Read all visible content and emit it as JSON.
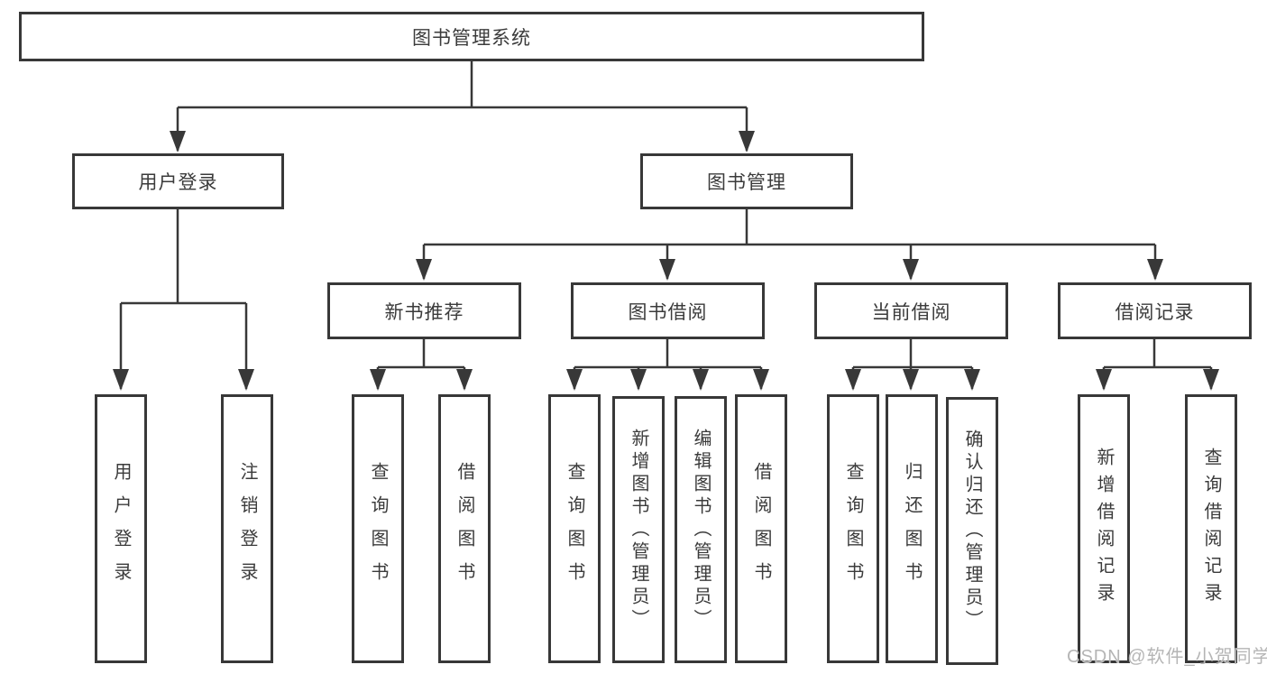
{
  "tree": {
    "root": {
      "label": "图书管理系统"
    },
    "branches": [
      {
        "label": "用户登录",
        "children": [
          {
            "label": "用户登录"
          },
          {
            "label": "注销登录"
          }
        ]
      },
      {
        "label": "图书管理",
        "children": [
          {
            "label": "新书推荐",
            "children": [
              {
                "label": "查询图书"
              },
              {
                "label": "借阅图书"
              }
            ]
          },
          {
            "label": "图书借阅",
            "children": [
              {
                "label": "查询图书"
              },
              {
                "label": "新增图书（管理员）"
              },
              {
                "label": "编辑图书（管理员）"
              },
              {
                "label": "借阅图书"
              }
            ]
          },
          {
            "label": "当前借阅",
            "children": [
              {
                "label": "查询图书"
              },
              {
                "label": "归还图书"
              },
              {
                "label": "确认归还（管理员）"
              }
            ]
          },
          {
            "label": "借阅记录",
            "children": [
              {
                "label": "新增借阅记录"
              },
              {
                "label": "查询借阅记录"
              }
            ]
          }
        ]
      }
    ]
  },
  "watermark": {
    "text": "CSDN @软件_小贺同学"
  },
  "colors": {
    "line": "#383838",
    "text": "#3b3b3b",
    "watermark": "#b5b5b5",
    "background": "#ffffff"
  }
}
